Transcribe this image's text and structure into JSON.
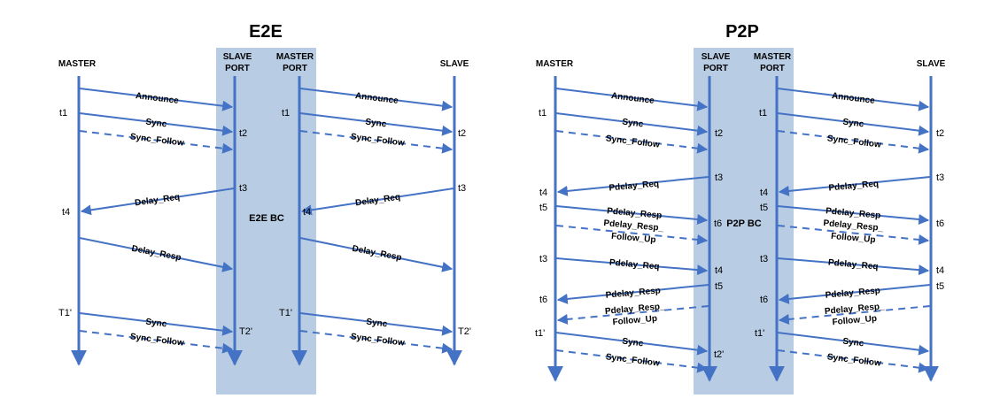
{
  "colors": {
    "line": "#4472C4",
    "bc_box": "#B8CCE4"
  },
  "panels": [
    {
      "title": "E2E",
      "headers": {
        "master": "MASTER",
        "slave_port": [
          "SLAVE",
          "PORT"
        ],
        "master_port": [
          "MASTER",
          "PORT"
        ],
        "slave": "SLAVE"
      },
      "box_label": "E2E BC",
      "messages": {
        "announce_left": "Announce",
        "sync_left": "Sync",
        "follow_left": "Sync_Follow",
        "dreq_left": "Delay_Req",
        "dresp_left": "Delay_Resp",
        "sync2_left": "Sync",
        "follow2_left": "Sync_Follow",
        "announce_right": "Announce",
        "sync_right": "Sync",
        "follow_right": "Sync_Follow",
        "dreq_right": "Delay_Req",
        "dresp_right": "Delay_Resp",
        "sync2_right": "Sync",
        "follow2_right": "Sync_Follow"
      },
      "times": {
        "l_t1": "t1",
        "l_t2": "t2",
        "l_t3": "t3",
        "l_t4": "t4",
        "l_T1": "T1'",
        "l_T2": "T2'",
        "r_t1": "t1",
        "r_t2": "t2",
        "r_t3": "t3",
        "r_t4": "t4",
        "r_T1": "T1'",
        "r_T2": "T2'"
      }
    },
    {
      "title": "P2P",
      "headers": {
        "master": "MASTER",
        "slave_port": [
          "SLAVE",
          "PORT"
        ],
        "master_port": [
          "MASTER",
          "PORT"
        ],
        "slave": "SLAVE"
      },
      "box_label": "P2P BC",
      "messages": {
        "announce_left": "Announce",
        "sync_left": "Sync",
        "follow_left": "Sync_Follow",
        "preq_left": "Pdelay_Req",
        "presp_left": "Pdelay_Resp",
        "pfu_left": [
          "Pdelay_Resp_",
          "Follow_Up"
        ],
        "preq2_left": "Pdelay_Req",
        "presp2_left": "Pdelay_Resp",
        "pfu2_left": [
          "Pdelay_Resp_",
          "Follow_Up"
        ],
        "sync2_left": "Sync",
        "follow2_left": "Sync_Follow",
        "announce_right": "Announce",
        "sync_right": "Sync",
        "follow_right": "Sync_Follow",
        "preq_right": "Pdelay_Req",
        "presp_right": "Pdelay_Resp",
        "pfu_right": [
          "Pdelay_Resp_",
          "Follow_Up"
        ],
        "preq2_right": "Pdelay_Req",
        "presp2_right": "Pdelay_Resp",
        "pfu2_right": [
          "Pdelay_Resp_",
          "Follow_Up"
        ],
        "sync2_right": "Sync",
        "follow2_right": "Sync_Follow"
      },
      "times": {
        "l_t1": "t1",
        "l_t2": "t2",
        "l_t3a": "t3",
        "l_t4a": "t4",
        "l_t5a": "t5",
        "l_t6a": "t6",
        "l_t3b": "t3",
        "l_t4b": "t4",
        "l_t5b": "t5",
        "l_t6b": "t6",
        "l_t1p": "t1'",
        "l_t2p": "t2'",
        "r_t1": "t1",
        "r_t2": "t2",
        "r_t3a": "t3",
        "r_t4a": "t4",
        "r_t5a": "t5",
        "r_t6a": "t6",
        "r_t3b": "t3",
        "r_t4b": "t4",
        "r_t5b": "t5",
        "r_t6b": "t6",
        "r_t1p": "t1'"
      }
    }
  ]
}
